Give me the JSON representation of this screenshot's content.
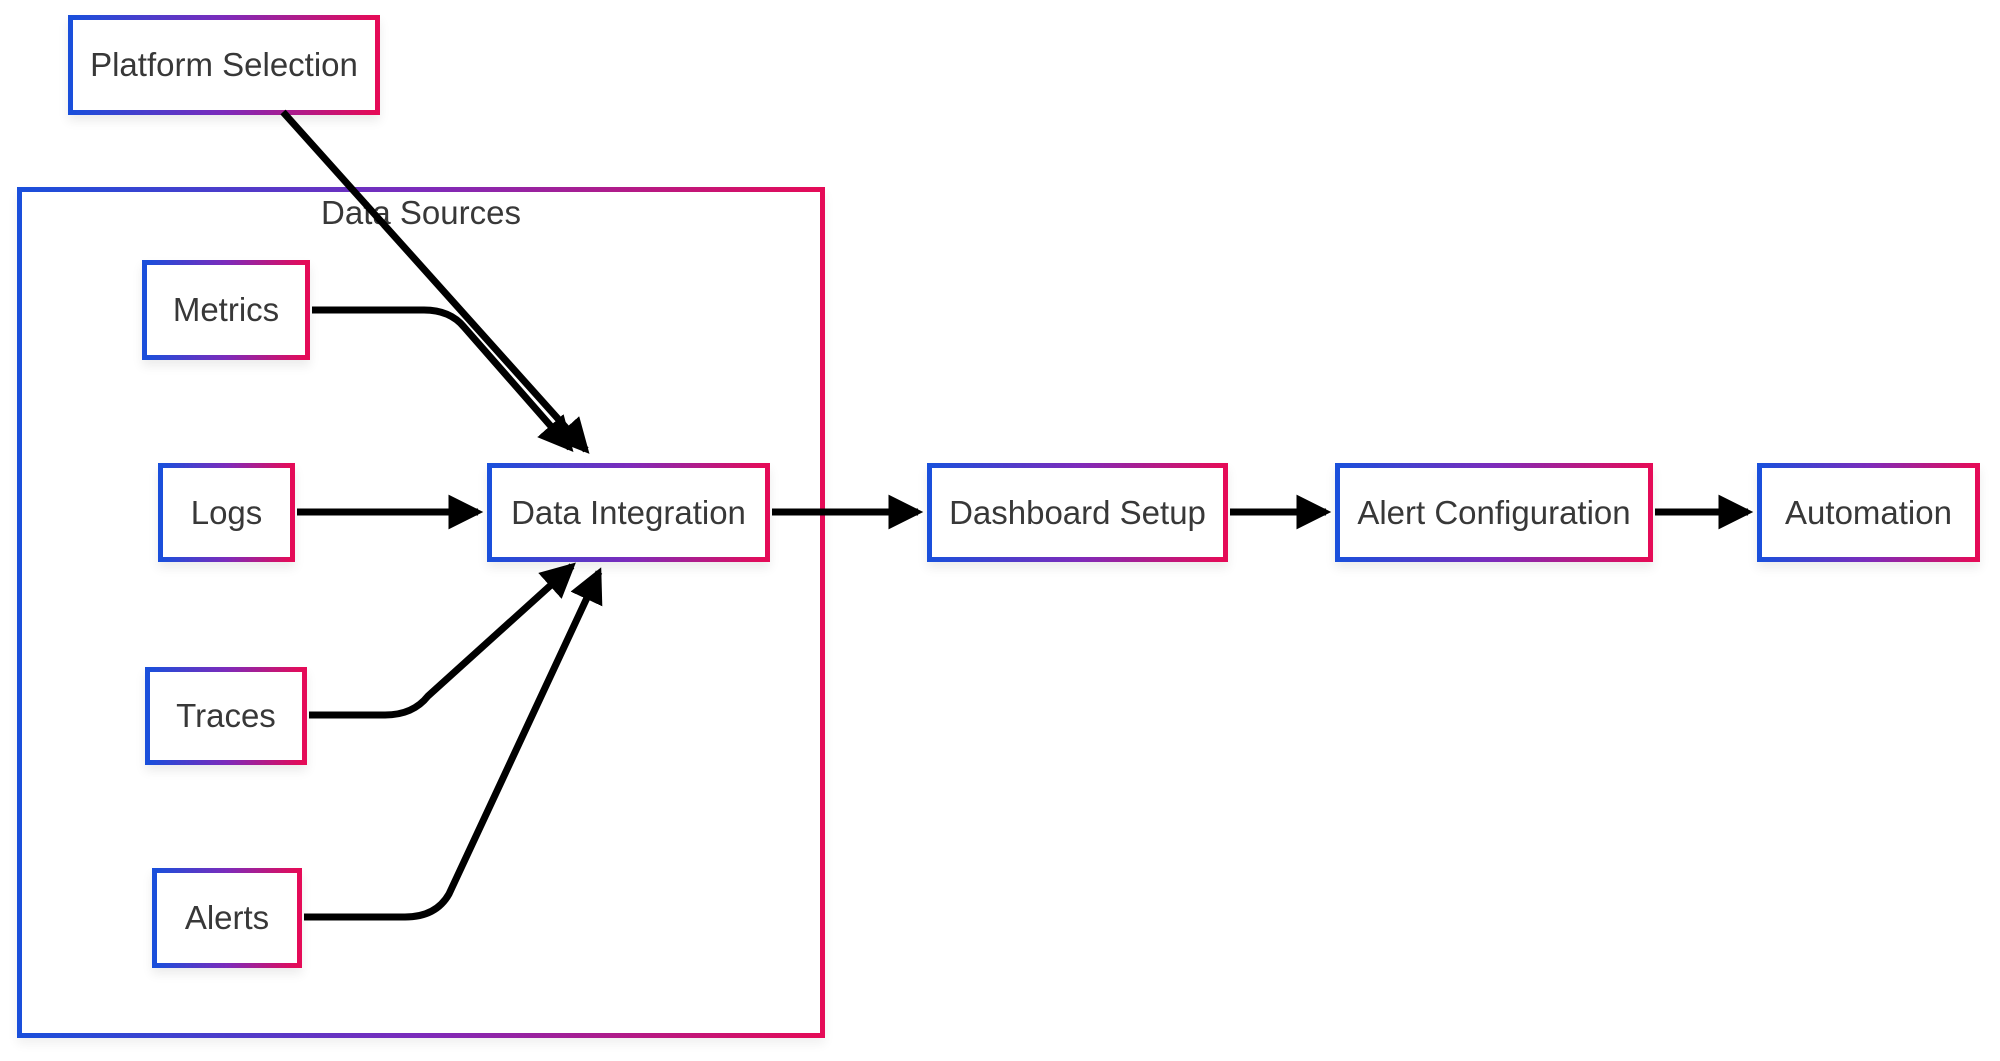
{
  "diagram": {
    "group": {
      "id": "data-sources",
      "label": "Data Sources",
      "children": [
        "metrics",
        "logs",
        "traces",
        "alerts",
        "data-integration"
      ]
    },
    "nodes": {
      "platform_selection": {
        "label": "Platform Selection"
      },
      "metrics": {
        "label": "Metrics"
      },
      "logs": {
        "label": "Logs"
      },
      "traces": {
        "label": "Traces"
      },
      "alerts": {
        "label": "Alerts"
      },
      "data_integration": {
        "label": "Data Integration"
      },
      "dashboard_setup": {
        "label": "Dashboard Setup"
      },
      "alert_configuration": {
        "label": "Alert Configuration"
      },
      "automation": {
        "label": "Automation"
      }
    },
    "edges": [
      {
        "from": "Platform Selection",
        "to": "Data Integration"
      },
      {
        "from": "Metrics",
        "to": "Data Integration"
      },
      {
        "from": "Logs",
        "to": "Data Integration"
      },
      {
        "from": "Traces",
        "to": "Data Integration"
      },
      {
        "from": "Alerts",
        "to": "Data Integration"
      },
      {
        "from": "Data Integration",
        "to": "Dashboard Setup"
      },
      {
        "from": "Dashboard Setup",
        "to": "Alert Configuration"
      },
      {
        "from": "Alert Configuration",
        "to": "Automation"
      }
    ],
    "colors": {
      "gradient_start": "#1a4fdb",
      "gradient_mid": "#7c2bbb",
      "gradient_end": "#e50b57",
      "line": "#000000",
      "text": "#383838",
      "bg": "#ffffff"
    }
  }
}
